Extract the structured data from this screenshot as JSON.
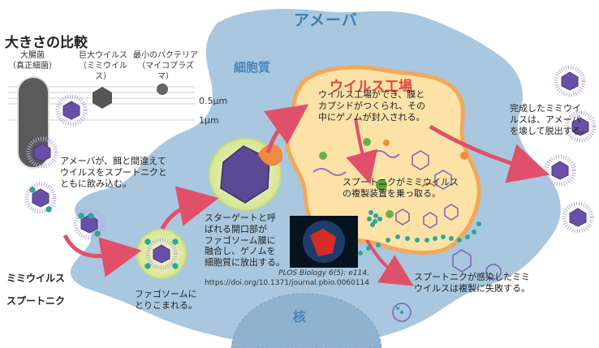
{
  "size_comparison": {
    "title": "大きさの比較",
    "items": [
      {
        "name": "大腸菌",
        "sub": "（真正細菌）"
      },
      {
        "name": "巨大ウイルス",
        "sub": "（ミミウイルス）"
      },
      {
        "name": "最小のバクテリア",
        "sub": "（マイコプラズマ）"
      }
    ],
    "scale_labels": [
      "0.5μm",
      "1μm"
    ]
  },
  "labels": {
    "amoeba": "アメーバ",
    "cytoplasm": "細胞質",
    "virus_factory": "ウイルス工場",
    "nucleus": "核",
    "mimivirus": "ミミウイルス",
    "sputnik": "スプートニク"
  },
  "steps": {
    "ingest": "アメーバが、餌と間違えて\nウイルスをスプートニクと\nともに飲み込む。",
    "phagosome": "ファゴソームに\nとりこまれる。",
    "stargate": "スターゲートと呼\nばれる開口部が\nファゴソーム膜に\n融合し、ゲノムを\n細胞質に放出する。",
    "factory": "ウイルス工場ができ、膜と\nカプシドがつくられ、その\n中にゲノムが封入される。",
    "hijack": "スプートニクがミミウイルス\nの複製装置を乗っ取る。",
    "fail": "スプートニクが感染したミミ\nウイルスは複製に失敗する。",
    "exit": "完成したミミウイ\nルスは、アメーバ\nを壊して脱出する。"
  },
  "citation": {
    "journal": "PLOS Biology 6(5): e114.",
    "doi": "https://doi.org/10.1371/journal.pbio.0060114"
  },
  "colors": {
    "amoeba_fill": "#a9c7de",
    "factory_fill": "#fde2a8",
    "factory_edge": "#f3a85a",
    "arrow": "#e0506a",
    "virus": "#6a4fa8",
    "sputnik": "#2aa89a",
    "phagosome": "#e8f0b0"
  },
  "icons": [
    "mimivirus-icon",
    "sputnik-icon",
    "ecoli-icon",
    "mycoplasma-icon",
    "arrow-icon",
    "micrograph-image"
  ]
}
